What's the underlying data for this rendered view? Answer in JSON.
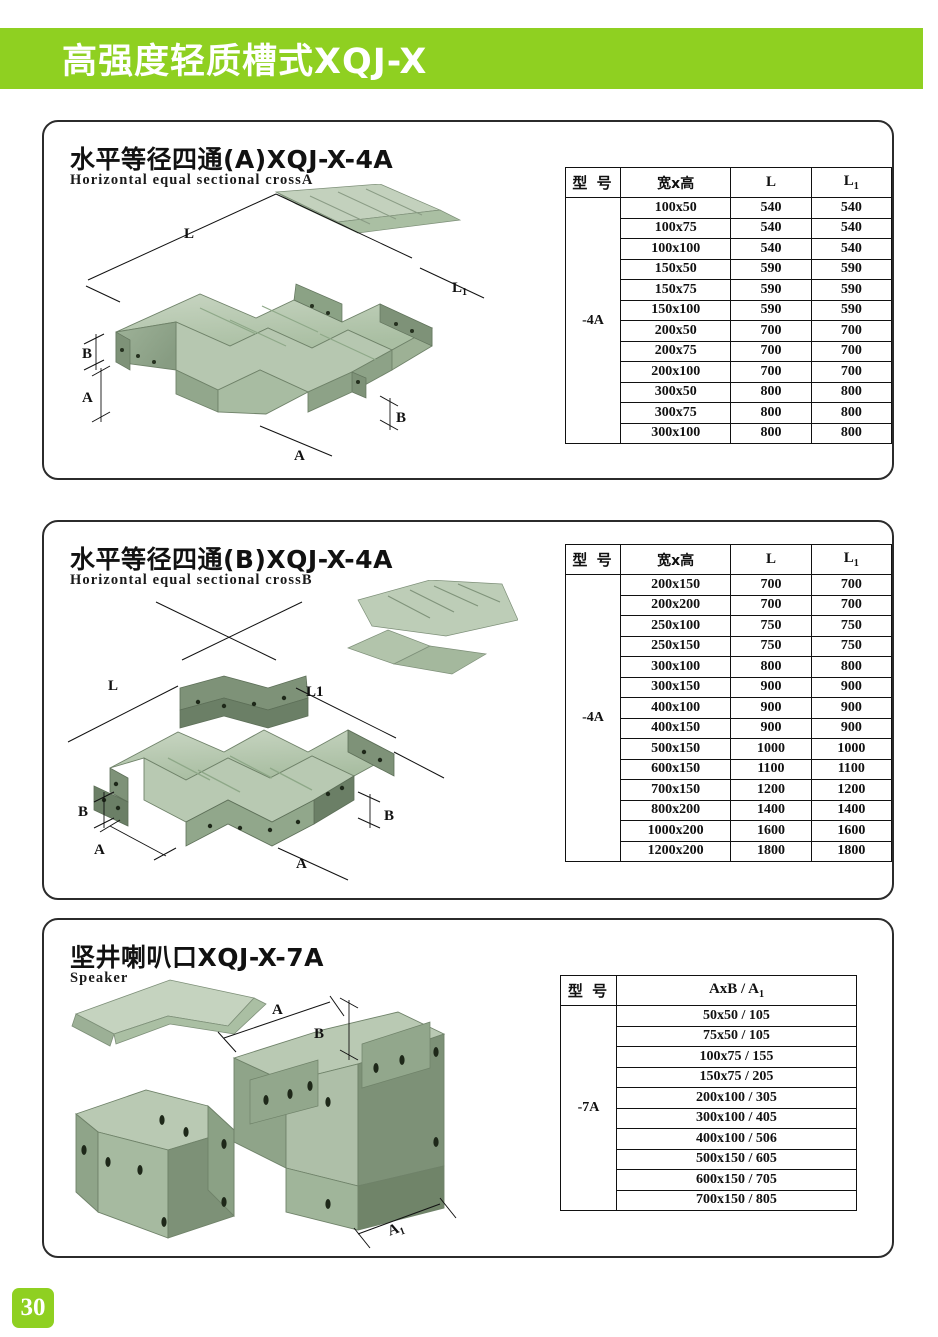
{
  "banner": {
    "title": "高强度轻质槽式XQJ-X"
  },
  "page_number": "30",
  "sections": [
    {
      "title_cn": "水平等径四通(A)XQJ-X-4A",
      "title_en": "Horizontal equal sectional crossA",
      "model": "-4A",
      "dim_labels": {
        "l": "L",
        "l1": "L",
        "l1_sub": "1",
        "a": "A",
        "b": "B"
      },
      "table": {
        "headers": {
          "model": "型 号",
          "dim": "宽x高",
          "l": "L",
          "l1": "L",
          "l1_sub": "1"
        },
        "rows": [
          {
            "dim": "100x50",
            "l": "540",
            "l1": "540"
          },
          {
            "dim": "100x75",
            "l": "540",
            "l1": "540"
          },
          {
            "dim": "100x100",
            "l": "540",
            "l1": "540"
          },
          {
            "dim": "150x50",
            "l": "590",
            "l1": "590"
          },
          {
            "dim": "150x75",
            "l": "590",
            "l1": "590"
          },
          {
            "dim": "150x100",
            "l": "590",
            "l1": "590"
          },
          {
            "dim": "200x50",
            "l": "700",
            "l1": "700"
          },
          {
            "dim": "200x75",
            "l": "700",
            "l1": "700"
          },
          {
            "dim": "200x100",
            "l": "700",
            "l1": "700"
          },
          {
            "dim": "300x50",
            "l": "800",
            "l1": "800"
          },
          {
            "dim": "300x75",
            "l": "800",
            "l1": "800"
          },
          {
            "dim": "300x100",
            "l": "800",
            "l1": "800"
          }
        ]
      }
    },
    {
      "title_cn": "水平等径四通(B)XQJ-X-4A",
      "title_en": "Horizontal equal sectional crossB",
      "model": "-4A",
      "dim_labels": {
        "l": "L",
        "l1": "L.1",
        "a": "A",
        "b": "B"
      },
      "table": {
        "headers": {
          "model": "型 号",
          "dim": "宽x高",
          "l": "L",
          "l1": "L",
          "l1_sub": "1"
        },
        "rows": [
          {
            "dim": "200x150",
            "l": "700",
            "l1": "700"
          },
          {
            "dim": "200x200",
            "l": "700",
            "l1": "700"
          },
          {
            "dim": "250x100",
            "l": "750",
            "l1": "750"
          },
          {
            "dim": "250x150",
            "l": "750",
            "l1": "750"
          },
          {
            "dim": "300x100",
            "l": "800",
            "l1": "800"
          },
          {
            "dim": "300x150",
            "l": "900",
            "l1": "900"
          },
          {
            "dim": "400x100",
            "l": "900",
            "l1": "900"
          },
          {
            "dim": "400x150",
            "l": "900",
            "l1": "900"
          },
          {
            "dim": "500x150",
            "l": "1000",
            "l1": "1000"
          },
          {
            "dim": "600x150",
            "l": "1100",
            "l1": "1100"
          },
          {
            "dim": "700x150",
            "l": "1200",
            "l1": "1200"
          },
          {
            "dim": "800x200",
            "l": "1400",
            "l1": "1400"
          },
          {
            "dim": "1000x200",
            "l": "1600",
            "l1": "1600"
          },
          {
            "dim": "1200x200",
            "l": "1800",
            "l1": "1800"
          }
        ]
      }
    },
    {
      "title_cn": "坚井喇叭口XQJ-X-7A",
      "title_en": "Speaker",
      "model": "-7A",
      "dim_labels": {
        "a": "A",
        "b": "B",
        "a1": "A",
        "a1_sub": "1"
      },
      "table": {
        "headers": {
          "model": "型 号",
          "ab": "AxB  /  A",
          "ab_sub": "1"
        },
        "rows": [
          {
            "ab": "50x50    /  105"
          },
          {
            "ab": "75x50    /  105"
          },
          {
            "ab": "100x75   /  155"
          },
          {
            "ab": "150x75   /  205"
          },
          {
            "ab": "200x100 /  305"
          },
          {
            "ab": "300x100 /  405"
          },
          {
            "ab": "400x100 /  506"
          },
          {
            "ab": "500x150 /  605"
          },
          {
            "ab": "600x150 /  705"
          },
          {
            "ab": "700x150 /  805"
          }
        ]
      }
    }
  ]
}
